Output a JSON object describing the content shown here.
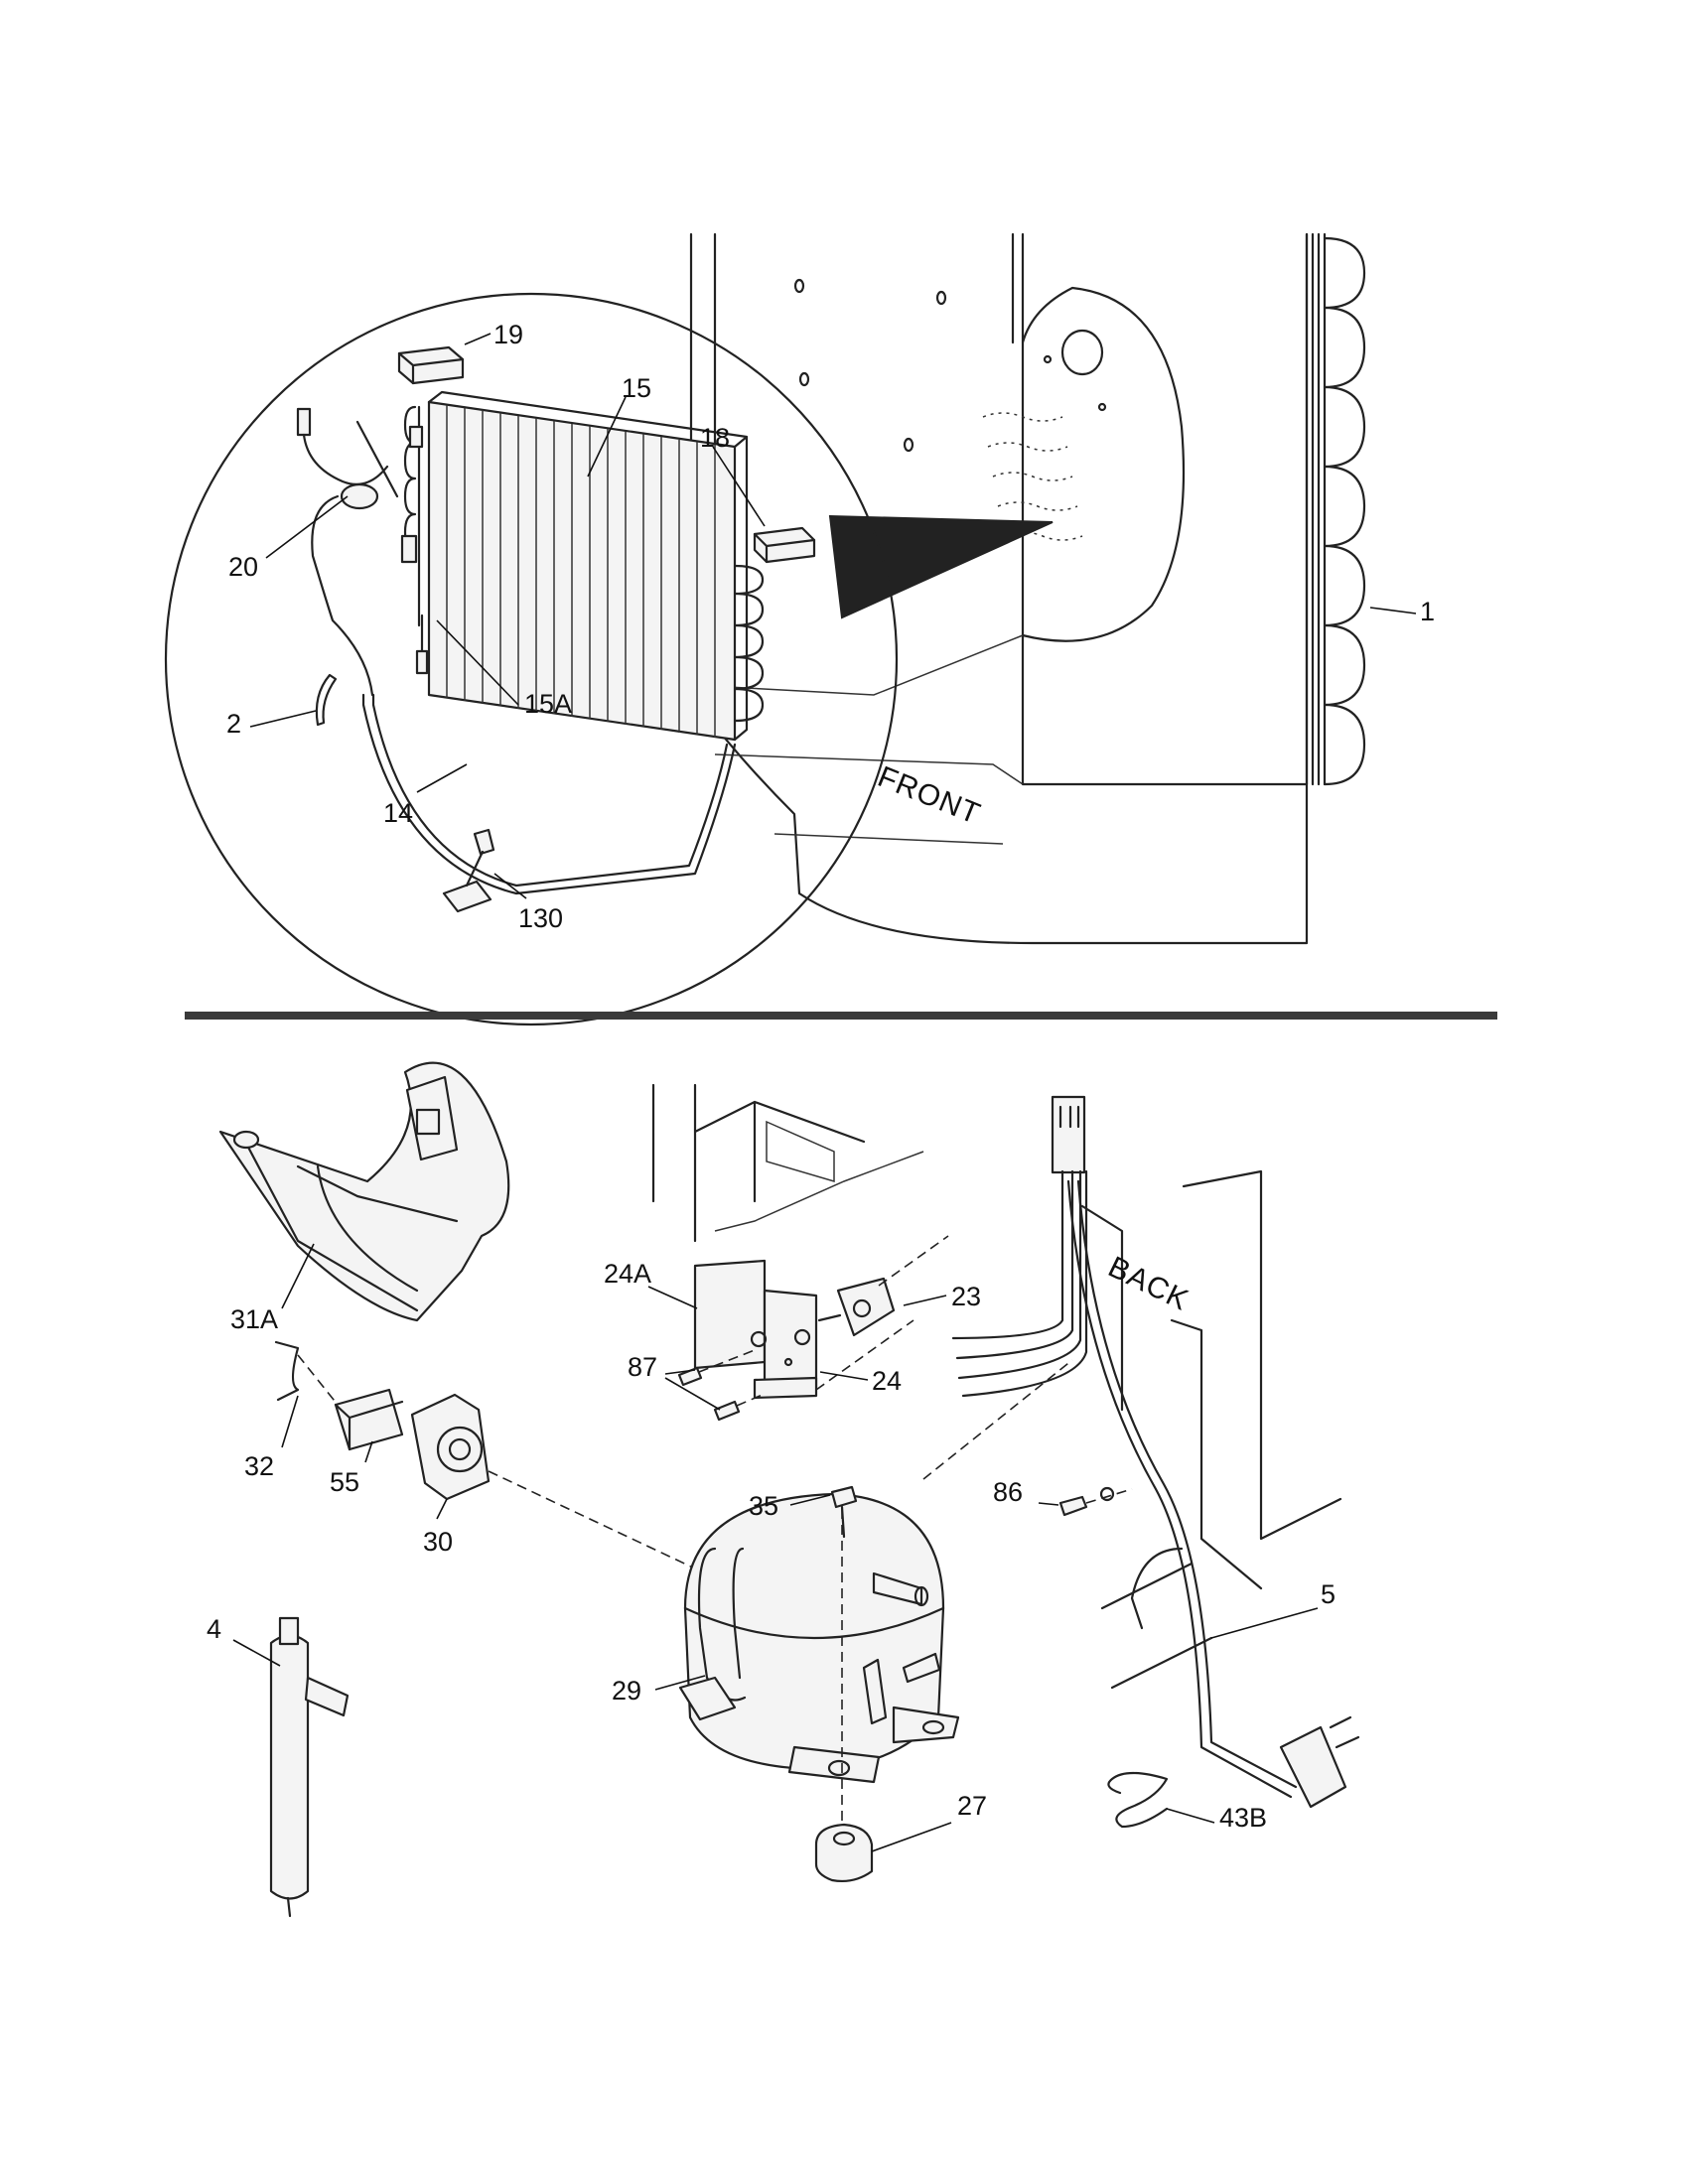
{
  "upper": {
    "labels": [
      {
        "id": "19",
        "text": "19"
      },
      {
        "id": "15",
        "text": "15"
      },
      {
        "id": "18",
        "text": "18"
      },
      {
        "id": "20",
        "text": "20"
      },
      {
        "id": "15A",
        "text": "15A"
      },
      {
        "id": "1",
        "text": "1"
      },
      {
        "id": "2",
        "text": "2"
      },
      {
        "id": "14",
        "text": "14"
      },
      {
        "id": "130",
        "text": "130"
      }
    ],
    "cabinet_word": "FRONT"
  },
  "lower": {
    "labels": [
      {
        "id": "31A",
        "text": "31A"
      },
      {
        "id": "24A",
        "text": "24A"
      },
      {
        "id": "23",
        "text": "23"
      },
      {
        "id": "87",
        "text": "87"
      },
      {
        "id": "24",
        "text": "24"
      },
      {
        "id": "32",
        "text": "32"
      },
      {
        "id": "55",
        "text": "55"
      },
      {
        "id": "30",
        "text": "30"
      },
      {
        "id": "35",
        "text": "35"
      },
      {
        "id": "86",
        "text": "86"
      },
      {
        "id": "4",
        "text": "4"
      },
      {
        "id": "29",
        "text": "29"
      },
      {
        "id": "5",
        "text": "5"
      },
      {
        "id": "27",
        "text": "27"
      },
      {
        "id": "43B",
        "text": "43B"
      }
    ],
    "cabinet_word": "BACK"
  }
}
